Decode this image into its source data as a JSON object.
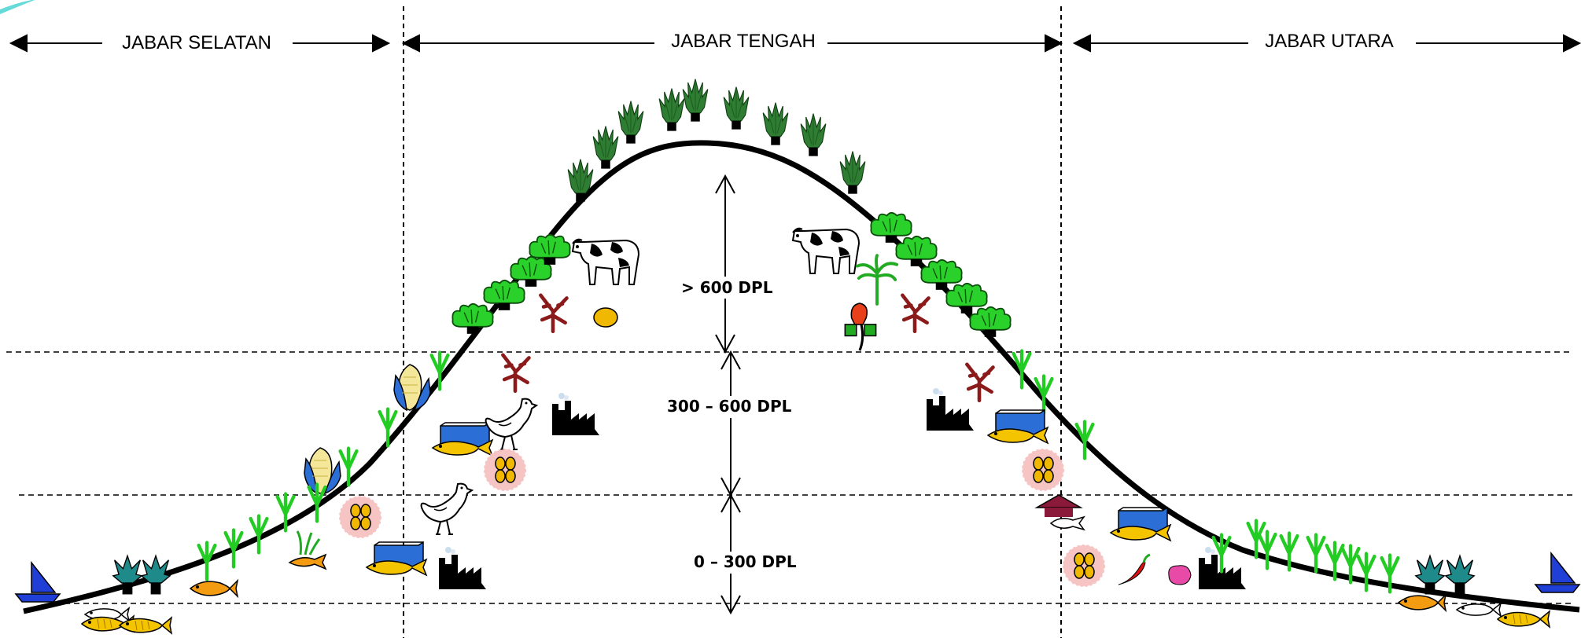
{
  "regions": {
    "south": "JABAR SELATAN",
    "central": "JABAR TENGAH",
    "north": "JABAR UTARA"
  },
  "elevation_bands": {
    "high": "> 600  DPL",
    "mid": "300  –  600  DPL",
    "low": "0 –  300 DPL"
  },
  "colors": {
    "curve": "#000000",
    "tea_dark": "#2e7d32",
    "tea_light": "#22c422",
    "rice": "#22cc22",
    "fish": "#f5c400",
    "fish_orange": "#f39c12",
    "pond": "#2b6fd6",
    "boat": "#1f3fd6",
    "clove": "#8b1a1a",
    "egg_pink": "#f7c4c4",
    "roof": "#8b1a3a",
    "chili": "#e01010",
    "flower": "#e03080"
  }
}
